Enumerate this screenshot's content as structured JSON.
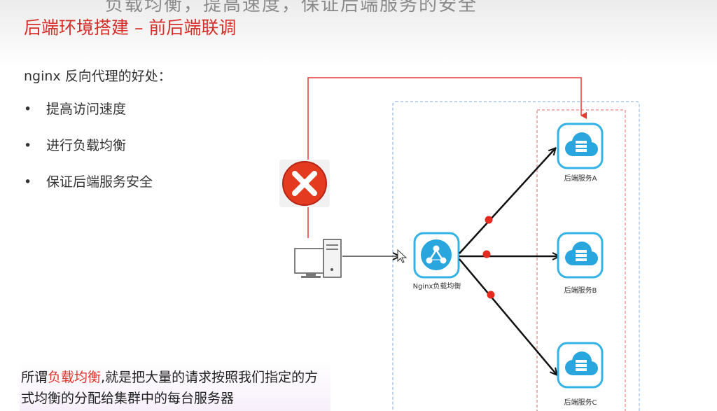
{
  "slide": {
    "top_text": "负载均衡，提高速度，保证后端服务的安全",
    "title": "后端环境搭建 – 前后端联调",
    "heading": "nginx 反向代理的好处：",
    "bullets": [
      "提高访问速度",
      "进行负载均衡",
      "保证后端服务安全"
    ],
    "caption": {
      "before": "所谓",
      "highlight": "负载均衡",
      "after": ",就是把大量的请求按照我们指定的方式均衡的分配给集群中的每台服务器"
    }
  },
  "diagram": {
    "nginx_label": "Nginx负载均衡",
    "servers": [
      "后端服务A",
      "后端服务B",
      "后端服务C"
    ],
    "colors": {
      "accent": "#e53935",
      "cloud": "#29a9e0",
      "dashed_blue": "#7da7d9",
      "dashed_red": "#e06666"
    }
  }
}
